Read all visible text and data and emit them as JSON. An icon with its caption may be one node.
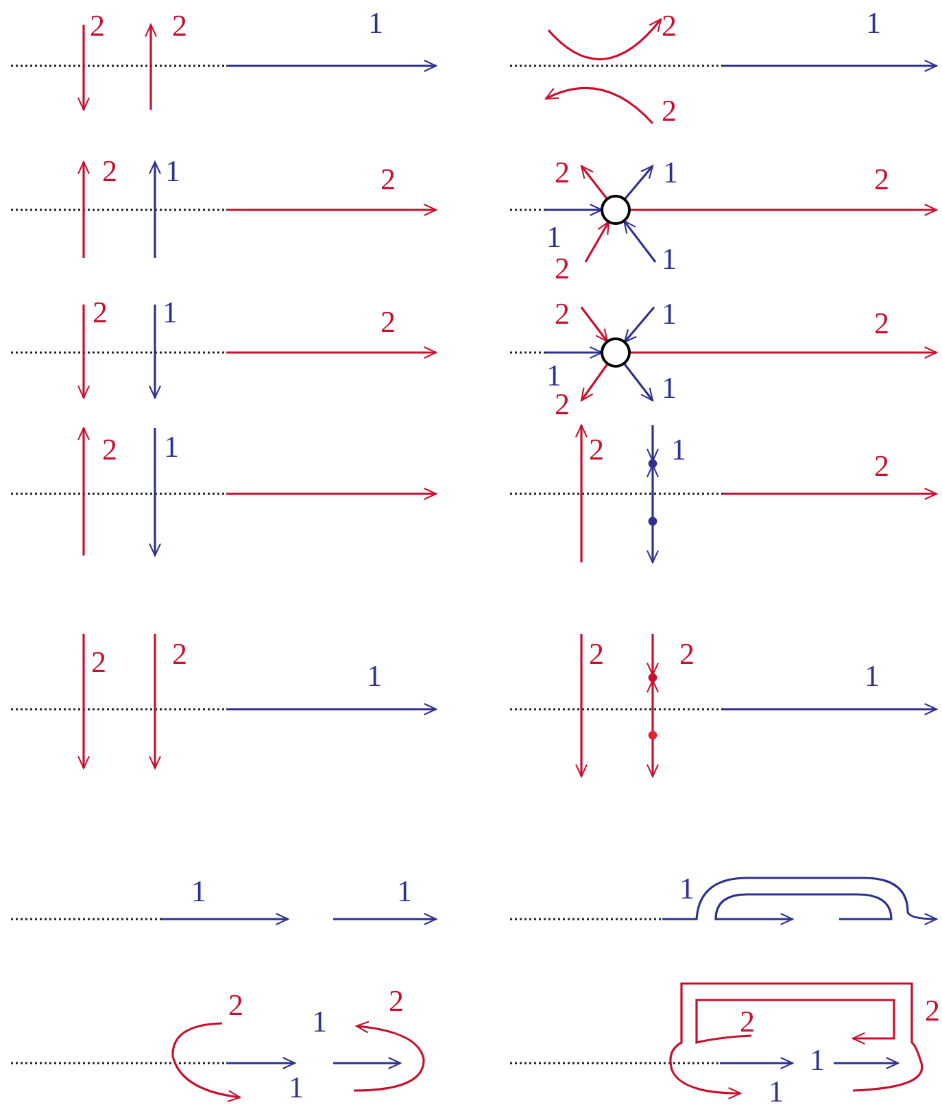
{
  "diagram": {
    "nodes": [
      {
        "text": [],
        "shape": "circle"
      },
      {
        "text": [],
        "shape": "circle"
      }
    ],
    "edges": [
      {
        "from": null,
        "to": 0,
        "arrow": "to",
        "label": "1",
        "color": "#2e3192"
      },
      {
        "from": null,
        "to": 0,
        "arrow": "to",
        "label": "2",
        "color": "#c8102e"
      },
      {
        "from": null,
        "to": 0,
        "arrow": "to",
        "label": "1",
        "color": "#2e3192"
      },
      {
        "from": 0,
        "to": null,
        "arrow": "to",
        "label": "2",
        "color": "#c8102e"
      },
      {
        "from": 0,
        "to": null,
        "arrow": "to",
        "label": "1",
        "color": "#2e3192"
      },
      {
        "from": 0,
        "to": null,
        "arrow": "to",
        "label": "2",
        "color": "#c8102e"
      },
      {
        "from": null,
        "to": 1,
        "arrow": "to",
        "label": "1",
        "color": "#2e3192"
      },
      {
        "from": null,
        "to": 1,
        "arrow": "to",
        "label": "2",
        "color": "#c8102e"
      },
      {
        "from": null,
        "to": 1,
        "arrow": "to",
        "label": "1",
        "color": "#2e3192"
      },
      {
        "from": 1,
        "to": null,
        "arrow": "to",
        "label": "2",
        "color": "#c8102e"
      },
      {
        "from": 1,
        "to": null,
        "arrow": "to",
        "label": "1",
        "color": "#2e3192"
      },
      {
        "from": 1,
        "to": null,
        "arrow": "to",
        "label": "2",
        "color": "#c8102e"
      }
    ],
    "labels": [
      "2",
      "2",
      "1",
      "2",
      "1",
      "2",
      "2",
      "1",
      "2",
      "2",
      "1",
      "2",
      "2",
      "1",
      "2",
      "1",
      "2",
      "2",
      "2",
      "1",
      "2",
      "2",
      "1",
      "1",
      "1",
      "1",
      "2",
      "2",
      "1",
      "1",
      "2",
      "2",
      "1",
      "1"
    ]
  }
}
